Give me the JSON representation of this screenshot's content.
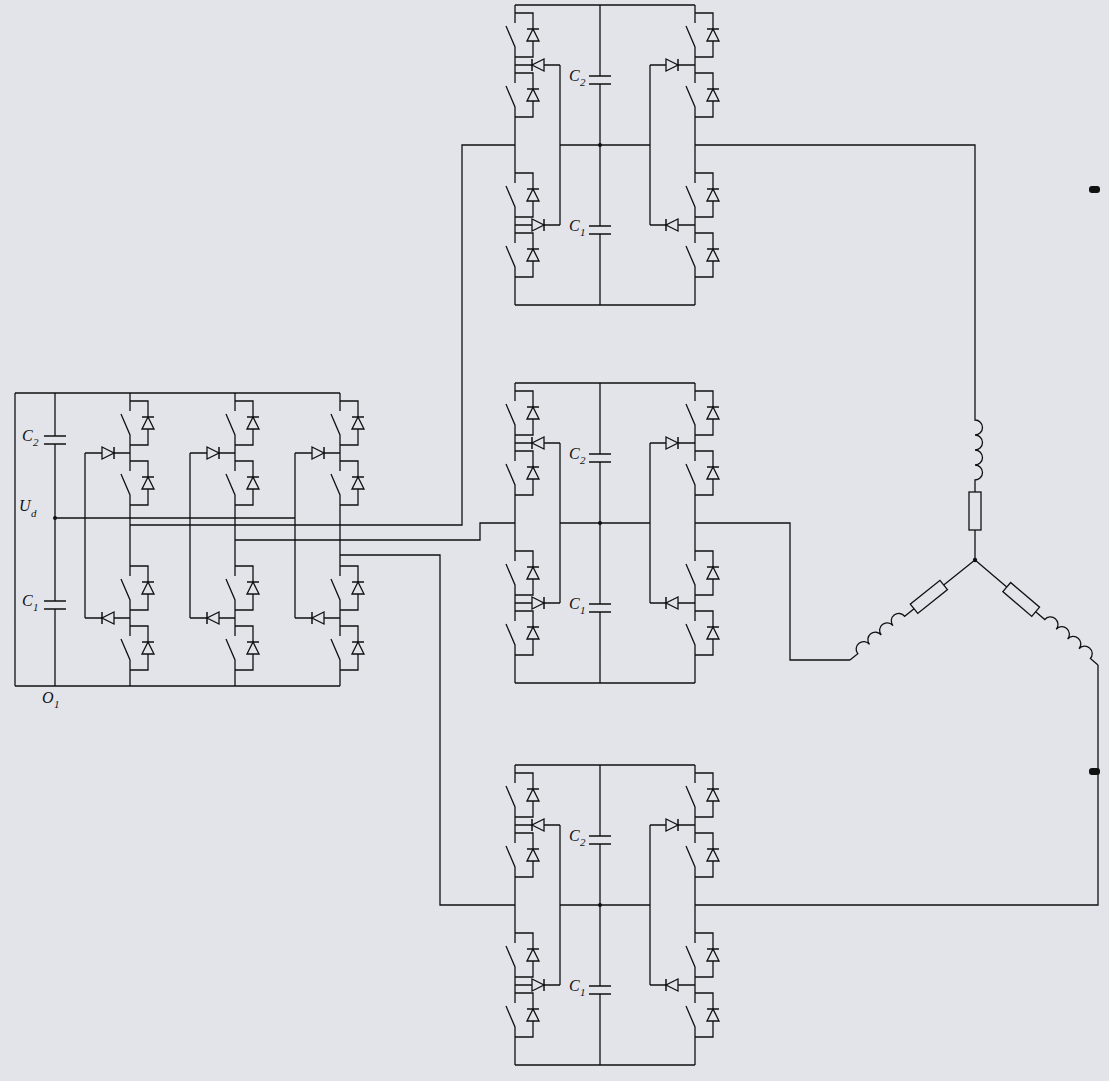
{
  "diagram": {
    "labels": [
      "U",
      "d",
      "C",
      "2",
      "C",
      "1",
      "O",
      "1",
      "C",
      "2",
      "C",
      "1",
      "C",
      "2",
      "C",
      "1",
      "C",
      "2",
      "C",
      "1"
    ]
  }
}
